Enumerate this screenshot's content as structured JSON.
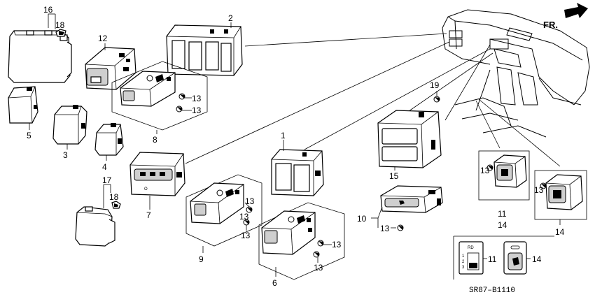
{
  "diagram": {
    "direction_label": "FR.",
    "code": "SR87–B1110",
    "callouts": {
      "p1": "1",
      "p2": "2",
      "p3": "3",
      "p4": "4",
      "p5": "5",
      "p6": "6",
      "p7": "7",
      "p8": "8",
      "p9": "9",
      "p10": "10",
      "p11a": "11",
      "p11b": "11",
      "p12": "12",
      "p13a": "13",
      "p13b": "13",
      "p13c": "13",
      "p13d": "13",
      "p13e": "13",
      "p13f": "13",
      "p13g": "13",
      "p13h": "13",
      "p13i": "13",
      "p14a": "14",
      "p14b": "14",
      "p14c": "14",
      "p15": "15",
      "p16": "16",
      "p17": "17",
      "p18a": "18",
      "p18b": "18",
      "p19": "19"
    },
    "inset_switch_text": "RD"
  }
}
